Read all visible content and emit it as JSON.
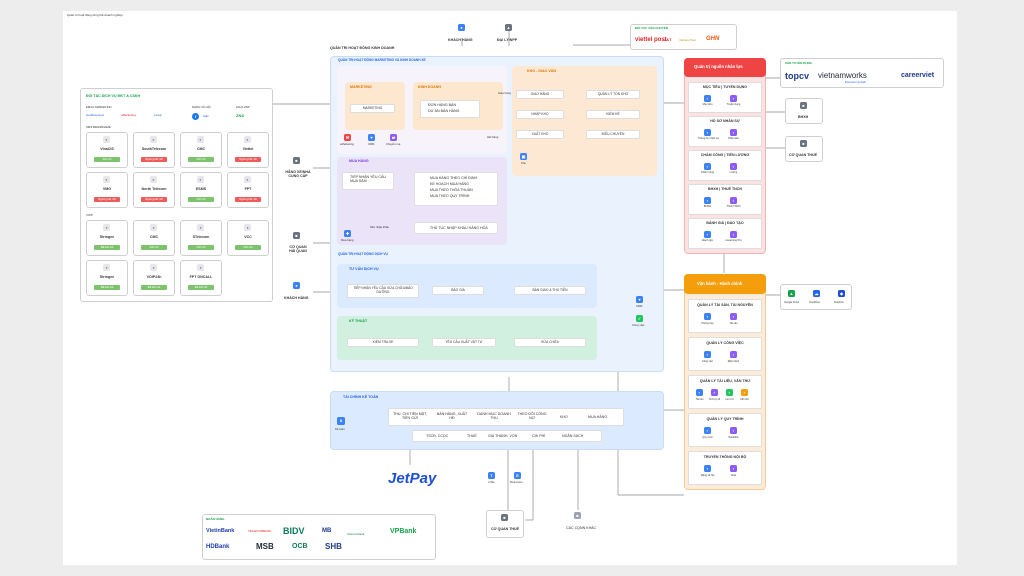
{
  "top_note": "Quản trị hoạt động tổng thể doanh nghiệp",
  "top_nodes": {
    "customer": "KHÁCH HÀNG",
    "dealer": "ĐẠI LÝ/NPP"
  },
  "business_title": "QUẢN TRỊ HOẠT ĐỘNG KINH DOANH",
  "marketing_title": "QUẢN TRỊ HOẠT ĐỘNG MARKETING VÀ KINH DOANH XE",
  "marketing": {
    "label": "MARKETING",
    "box": "MARKETING",
    "apps": [
      "eMarketing",
      "CRM",
      "Chuyển mạ"
    ]
  },
  "sales": {
    "label": "KINH DOANH",
    "items": [
      "ĐƠN HÀNG BÁN",
      "DỰ ÁN BÁN HÀNG"
    ]
  },
  "warehouse": {
    "label": "KHO - GIAO VẬN",
    "items": [
      "GIAO HÀNG",
      "NHẬP KHO",
      "XUẤT KHO",
      "QUẢN LÝ TỒN KHO",
      "KIỂM KÊ",
      "ĐIỀU CHUYỂN"
    ],
    "app": "Kho",
    "note_a": "Giao hàng",
    "note_b": "Hết hàng"
  },
  "purchasing": {
    "label": "MUA HÀNG",
    "left": "TIẾP NHẬN YÊU CẦU MUA SẮM",
    "list": [
      "MUA HÀNG THEO CHỈ ĐỊNH",
      "KẾ HOẠCH MUA HÀNG",
      "MUA THEO THỎA THUẬN",
      "MUA THEO QUY TRÌNH"
    ],
    "customs": "THỦ TỤC NHẬP KHẨU HÀNG HÓA",
    "note": "Nếu nhập khẩu",
    "app": "Mua hàng"
  },
  "supplier": "HÃNG XE/NHÀ CUNG CẤP",
  "customs_office": "CƠ QUAN HẢI QUAN",
  "service_title": "QUẢN TRỊ HOẠT ĐỘNG DỊCH VỤ",
  "consult": {
    "label": "TƯ VẤN DỊCH VỤ",
    "items": [
      "TIẾP NHẬN YÊU CẦU SỬA CHỮA/BẢO DƯỠNG",
      "BÁO GIÁ",
      "BÀN GIAO & THU TIỀN"
    ]
  },
  "tech": {
    "label": "KỸ THUẬT",
    "items": [
      "KIỂM TRA XE",
      "YÊU CẦU XUẤT VẬT TƯ",
      "SỬA CHỮA"
    ]
  },
  "service_customer": "KHÁCH HÀNG",
  "service_apps": [
    "CRM",
    "Công việc"
  ],
  "finance": {
    "label": "TÀI CHÍNH KẾ TOÁN",
    "app": "Kế toán",
    "row1": [
      "THU, CHI TIỀN MẶT, TIỀN GỬI",
      "BÁN HÀNG, XUẤT HĐ",
      "DANH MỤC DOANH THU",
      "THEO DÕI CÔNG NỢ",
      "KHO",
      "MUA HÀNG"
    ],
    "row2": [
      "TSCĐ, CCDC",
      "THUẾ",
      "GIÁ THÀNH, VỐN",
      "CHI PHÍ",
      "NGÂN SÁCH"
    ]
  },
  "jetpay": "JetPay",
  "tax_apps": [
    "mTax",
    "Meinvoice"
  ],
  "tax_office": "CƠ QUAN THUẾ",
  "other_office": "CÁC CQNN KHÁC",
  "banks": {
    "label": "NGÂN HÀNG",
    "logos": [
      "VietinBank",
      "TECHCOMBANK",
      "BIDV",
      "MB",
      "Vietcombank",
      "VPBank",
      "HDBank",
      "MSB",
      "OCB",
      "SHB"
    ]
  },
  "partners": {
    "title": "ĐỐI TÁC DỊCH VỤ MKT & CSKH",
    "email_title": "EMAIL MARKETING",
    "social_title": "MẠNG XÃ HỘI",
    "zalo_title": "ZALO ZNS",
    "sms_title": "SMS BRANDNAME",
    "voip_title": "VOIP",
    "email_logos": [
      "GetResponse",
      "eMarketing",
      "Lotsa"
    ],
    "social_logos": [
      "f",
      "Zalo"
    ],
    "zalo_logo": "ZNS",
    "sms": [
      {
        "name": "VinaCIS",
        "status": "Kết nối",
        "ok": true
      },
      {
        "name": "SouthTelecom",
        "status": "Ngừng kết nối",
        "ok": false
      },
      {
        "name": "CMC",
        "status": "Kết nối",
        "ok": true
      },
      {
        "name": "Viettel",
        "status": "Ngừng kết nối",
        "ok": false
      },
      {
        "name": "VMG",
        "status": "Ngừng kết nối",
        "ok": false
      },
      {
        "name": "North Telecom",
        "status": "Ngừng kết nối",
        "ok": false
      },
      {
        "name": "ESMS",
        "status": "Kết nối",
        "ok": true
      },
      {
        "name": "FPT",
        "status": "Ngừng kết nối",
        "ok": false
      }
    ],
    "voip": [
      {
        "name": "Stringee",
        "status": "Đã kết nối"
      },
      {
        "name": "CMC",
        "status": "Kết nối"
      },
      {
        "name": "STelecom",
        "status": "Kết nối"
      },
      {
        "name": "VCC",
        "status": "Kết nối"
      },
      {
        "name": "Stringee",
        "status": "Đã kết nối"
      },
      {
        "name": "VOIP24h",
        "status": "Đã kết nối"
      },
      {
        "name": "FPT ONCALL",
        "status": "Đã kết nối"
      }
    ]
  },
  "shipping": {
    "label": "ĐỐI TÁC VẬN CHUYỂN",
    "logos": [
      "viettel post",
      "J&T",
      "Vietnam Post",
      "GHN"
    ]
  },
  "hr": {
    "title": "Quản trị nguồn nhân lực",
    "sections": [
      {
        "title": "MỤC TIÊU  |  TUYỂN DỤNG",
        "apps": [
          "Mục tiêu",
          "Tuyển dụng"
        ]
      },
      {
        "title": "HỒ SƠ NHÂN SỰ",
        "apps": [
          "Thông tin nhân sự",
          "Nhật viên"
        ]
      },
      {
        "title": "CHẤM CÔNG  |  TIỀN LƯƠNG",
        "apps": [
          "Chấm công",
          "Lương"
        ]
      },
      {
        "title": "BHXH  |  THUẾ TNCN",
        "apps": [
          "BHXH",
          "Thuế TNCN"
        ]
      },
      {
        "title": "ĐÁNH GIÁ  |  ĐÀO TẠO",
        "apps": [
          "Đánh giá",
          "eLearning Pro"
        ]
      }
    ]
  },
  "recruit": {
    "label": "SÀN TUYỂN DỤNG",
    "logos": [
      "topcv",
      "vietnamworks",
      "careerviet"
    ],
    "sub": "Empower growth"
  },
  "bhxh_node": "BHXH",
  "tax_node": "CƠ QUAN THUẾ",
  "admin": {
    "title": "Vận hành - Hành chính",
    "sections": [
      {
        "title": "QUẢN LÝ TÀI SẢN, TÀI NGUYÊN",
        "apps": [
          "Phòng họp",
          "Tài sản"
        ]
      },
      {
        "title": "QUẢN LÝ CÔNG VIỆC",
        "apps": [
          "Công việc",
          "Điều hành"
        ]
      },
      {
        "title": "QUẢN LÝ TÀI LIỆU, VĂN THƯ",
        "apps": [
          "Tài liệu",
          "Chữ ký số",
          "Lưu trữ",
          "Văn thư"
        ]
      },
      {
        "title": "QUẢN LÝ QUY TRÌNH",
        "apps": [
          "Quy trình",
          "Workflow"
        ]
      },
      {
        "title": "TRUYỀN THÔNG NỘI BỘ",
        "apps": [
          "Mạng xã hội",
          "Chat"
        ]
      }
    ]
  },
  "cloud": [
    "Google Drive",
    "OneDrive",
    "Dropbox"
  ]
}
